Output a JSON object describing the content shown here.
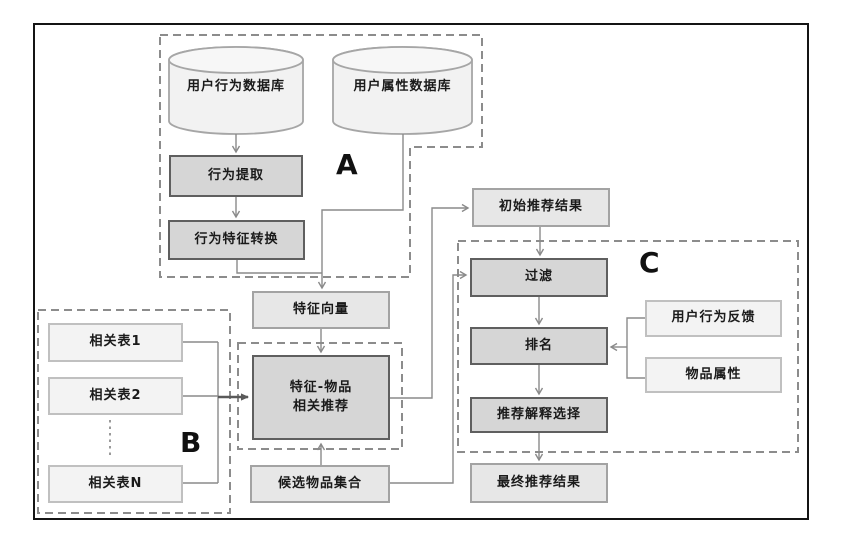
{
  "groups": {
    "a": {
      "label": "A"
    },
    "b": {
      "label": "B"
    },
    "c": {
      "label": "C"
    }
  },
  "nodes": {
    "user_behavior_db": {
      "label": "用户行为数据库"
    },
    "user_attribute_db": {
      "label": "用户属性数据库"
    },
    "behavior_extraction": {
      "label": "行为提取"
    },
    "behavior_feature_conversion": {
      "label": "行为特征转换"
    },
    "feature_vector": {
      "label": "特征向量"
    },
    "related_table_1": {
      "label": "相关表1"
    },
    "related_table_2": {
      "label": "相关表2"
    },
    "related_table_n": {
      "label": "相关表N"
    },
    "feature_item_recommendation": {
      "line1": "特征-物品",
      "line2": "相关推荐"
    },
    "candidate_item_set": {
      "label": "候选物品集合"
    },
    "initial_recommendation_results": {
      "label": "初始推荐结果"
    },
    "filter": {
      "label": "过滤"
    },
    "ranking": {
      "label": "排名"
    },
    "user_behavior_feedback": {
      "label": "用户行为反馈"
    },
    "item_attributes": {
      "label": "物品属性"
    },
    "recommendation_explanation_selection": {
      "label": "推荐解释选择"
    },
    "final_recommendation_results": {
      "label": "最终推荐结果"
    }
  },
  "colors": {
    "process_fill": "#d6d6d6",
    "process_border": "#5f5f5f",
    "io_fill": "#e7e7e7",
    "io_border": "#a3a3a3",
    "source_fill": "#f3f3f3",
    "source_border": "#c0c0c0",
    "connector": "#8a8a8a",
    "dashed_outline": "#8c8c8c",
    "frame_border": "#141414"
  }
}
